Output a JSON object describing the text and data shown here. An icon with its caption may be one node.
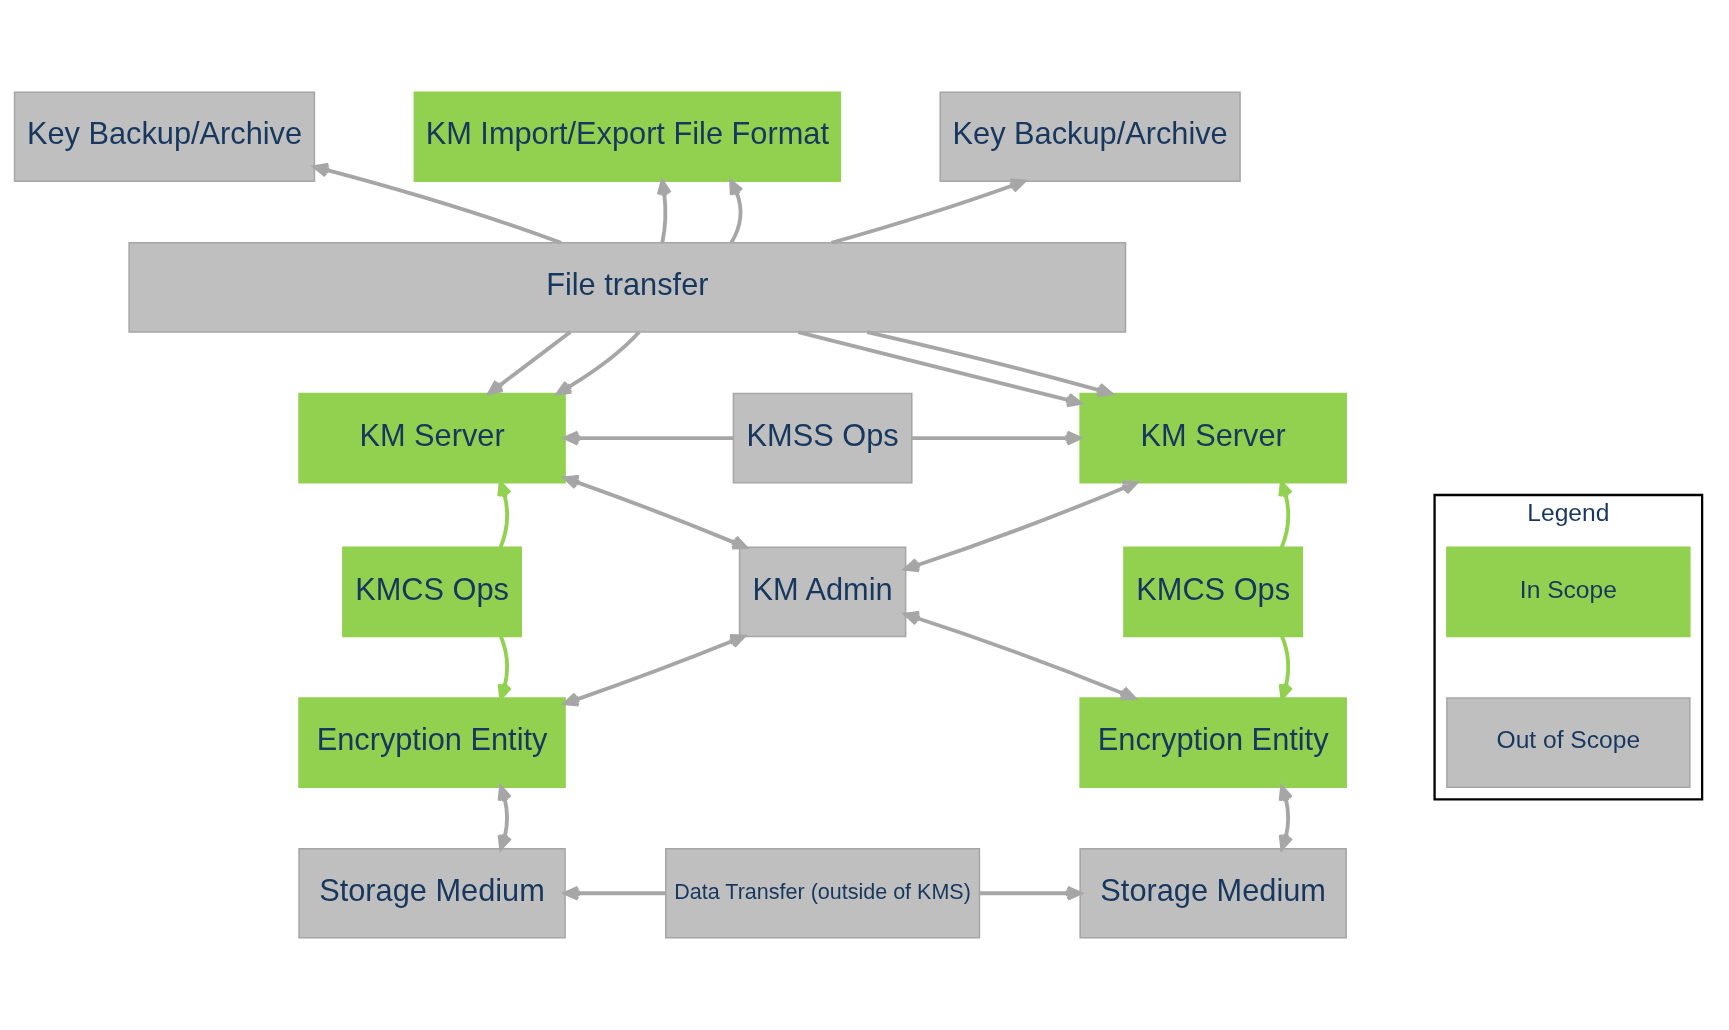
{
  "diagram": {
    "nodes": [
      {
        "text": [
          "Key Backup/Archive"
        ]
      },
      {
        "text": [
          "KM Import/Export File Format"
        ]
      },
      {
        "text": [
          "Key Backup/Archive"
        ]
      },
      {
        "text": [
          "File transfer"
        ]
      },
      {
        "text": [
          "KM Server"
        ]
      },
      {
        "text": [
          "KMSS Ops"
        ]
      },
      {
        "text": [
          "KM Server"
        ]
      },
      {
        "text": [
          "KMCS Ops"
        ]
      },
      {
        "text": [
          "KM Admin"
        ]
      },
      {
        "text": [
          "KMCS Ops"
        ]
      },
      {
        "text": [
          "Encryption Entity"
        ]
      },
      {
        "text": [
          "Encryption Entity"
        ]
      },
      {
        "text": [
          "Storage Medium"
        ]
      },
      {
        "text": [
          "Data Transfer (outside of KMS)"
        ]
      },
      {
        "text": [
          "Storage Medium"
        ]
      },
      {
        "text": [
          "Legend"
        ]
      },
      {
        "text": [
          "In Scope"
        ],
        "in": 15
      },
      {
        "text": [
          "Out of Scope"
        ],
        "in": 15
      }
    ],
    "edges": [
      {
        "from": 3,
        "to": 0,
        "arrow": "to"
      },
      {
        "from": 3,
        "to": 1,
        "arrow": "to"
      },
      {
        "from": 3,
        "to": 1,
        "arrow": "to"
      },
      {
        "from": 3,
        "to": 2,
        "arrow": "to"
      },
      {
        "from": 3,
        "to": 4,
        "arrow": "to"
      },
      {
        "from": 3,
        "to": 4,
        "arrow": "to"
      },
      {
        "from": 3,
        "to": 6,
        "arrow": "to"
      },
      {
        "from": 3,
        "to": 6,
        "arrow": "to"
      },
      {
        "from": 5,
        "to": 4,
        "arrow": "to"
      },
      {
        "from": 5,
        "to": 6,
        "arrow": "to"
      },
      {
        "from": 7,
        "to": 4,
        "arrow": "to",
        "color": "#92d050"
      },
      {
        "from": 7,
        "to": 10,
        "arrow": "to",
        "color": "#92d050"
      },
      {
        "from": 9,
        "to": 6,
        "arrow": "to",
        "color": "#92d050"
      },
      {
        "from": 9,
        "to": 11,
        "arrow": "to",
        "color": "#92d050"
      },
      {
        "from": 4,
        "to": 8,
        "arrow": "both"
      },
      {
        "from": 6,
        "to": 8,
        "arrow": "both"
      },
      {
        "from": 8,
        "to": 10,
        "arrow": "both"
      },
      {
        "from": 8,
        "to": 11,
        "arrow": "both"
      },
      {
        "from": 10,
        "to": 12,
        "arrow": "both"
      },
      {
        "from": 11,
        "to": 14,
        "arrow": "both"
      },
      {
        "from": 13,
        "to": 12,
        "arrow": "to"
      },
      {
        "from": 13,
        "to": 14,
        "arrow": "to"
      }
    ]
  }
}
